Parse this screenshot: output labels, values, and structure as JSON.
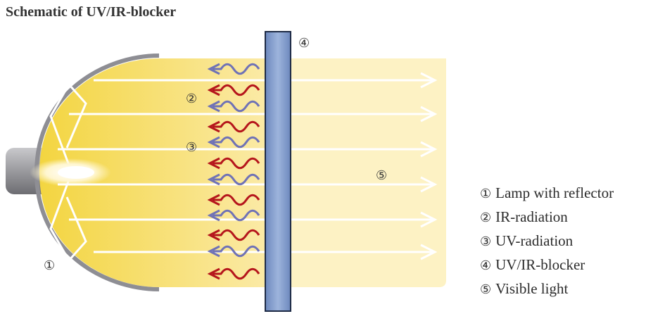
{
  "title": "Schematic of UV/IR-blocker",
  "markers": {
    "lamp": "①",
    "ir": "②",
    "uv": "③",
    "blocker": "④",
    "visible": "⑤"
  },
  "legend": [
    {
      "num": "①",
      "label": "Lamp with reflector"
    },
    {
      "num": "②",
      "label": "IR-radiation"
    },
    {
      "num": "③",
      "label": "UV-radiation"
    },
    {
      "num": "④",
      "label": "UV/IR-blocker"
    },
    {
      "num": "⑤",
      "label": "Visible light"
    }
  ],
  "waves": [
    "uv",
    "ir",
    "uv",
    "ir",
    "uv",
    "ir",
    "uv",
    "ir",
    "uv",
    "ir",
    "uv",
    "ir",
    "uv",
    "ir"
  ],
  "colors": {
    "ir": "#b5161c",
    "uv": "#6f72b6",
    "blocker": "#7e99c9",
    "light_warm": "#f3d540",
    "light_pale": "#fdf2c4",
    "rays": "#ffffff",
    "reflector": "#8e8e94"
  }
}
